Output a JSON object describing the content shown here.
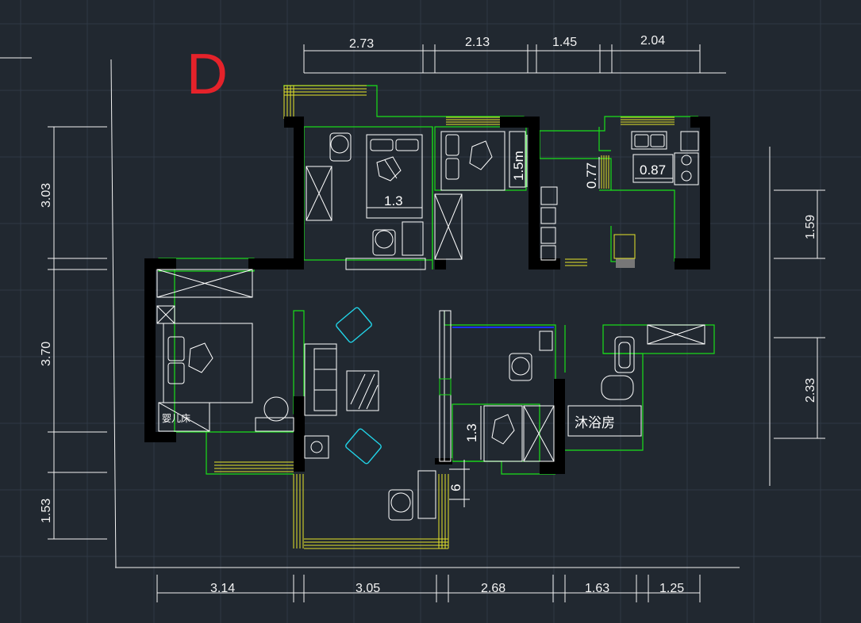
{
  "title": "D",
  "dimensions": {
    "top": [
      "2.73",
      "2.13",
      "1.45",
      "2.04"
    ],
    "bottom": [
      "3.14",
      "3.05",
      "2.68",
      "1.63",
      "1.25"
    ],
    "left": [
      "3.03",
      "3.70",
      "1.53"
    ],
    "right": [
      "1.59",
      "2.33"
    ]
  },
  "interior_labels": {
    "bed_width": "1.3",
    "bed_length": "1.5m",
    "counter_a": "0.77",
    "counter_b": "0.87",
    "bed_small": "1.3",
    "step": "6"
  },
  "rooms": {
    "bathroom": "沐浴房",
    "crib": "婴儿床"
  },
  "colors": {
    "background": "#212830",
    "title": "#e5222a",
    "wall": "#000000",
    "outline": "#19e019",
    "window": "#e6e62a",
    "furniture": "#ffffff",
    "chairs": "#21d4e8"
  }
}
